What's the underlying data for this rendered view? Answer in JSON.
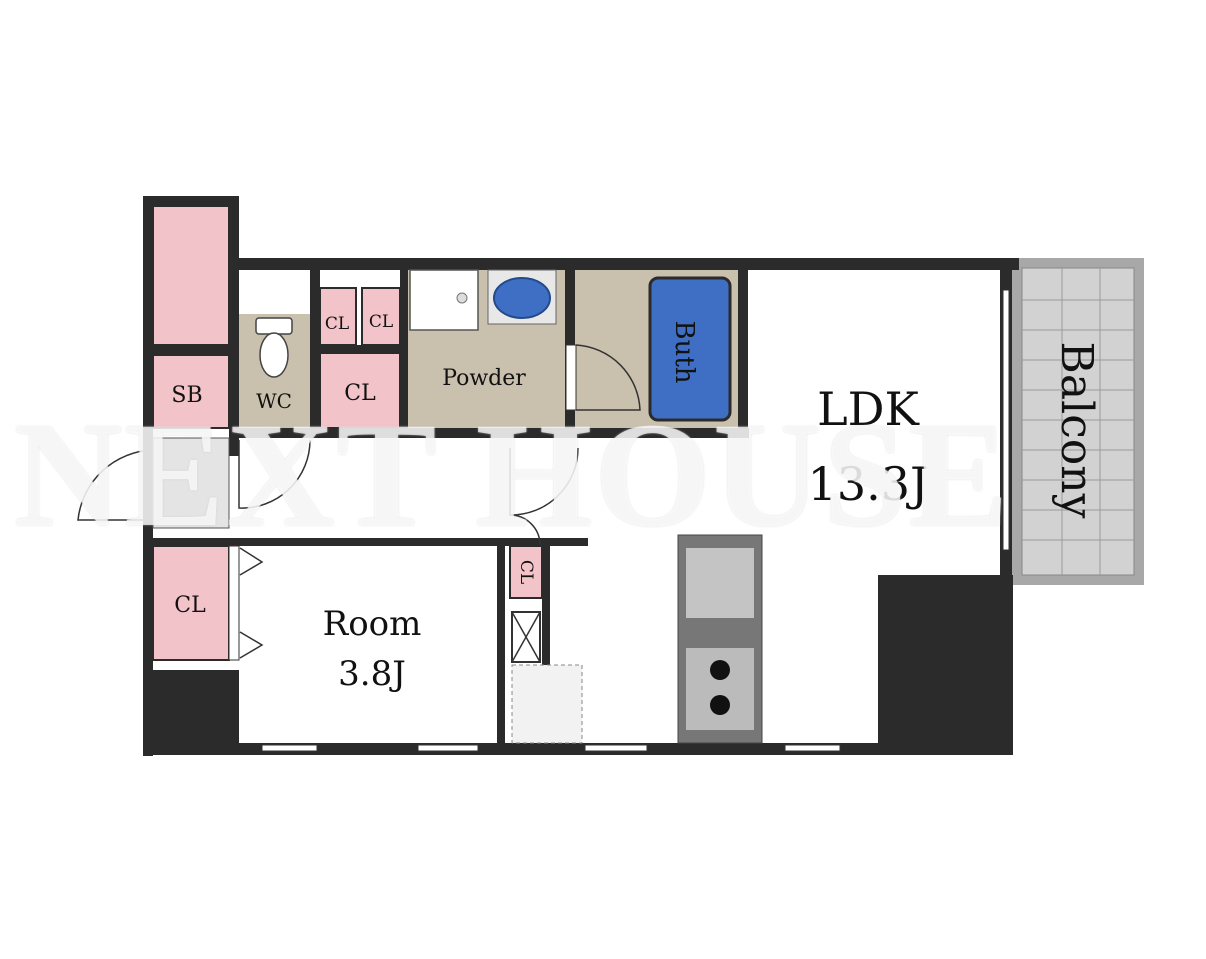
{
  "rooms": {
    "sb": "SB",
    "wc": "WC",
    "cl_small_left": "CL",
    "cl_small_right": "CL",
    "cl_middle": "CL",
    "powder": "Powder",
    "bath": "Buth",
    "ldk_name": "LDK",
    "ldk_size": "13.3J",
    "balcony": "Balcony",
    "cl_room": "CL",
    "room_name": "Room",
    "room_size": "3.8J",
    "cl_narrow": "CL"
  },
  "watermark": "NEXT HOUSE",
  "colors": {
    "wall": "#2b2b2b",
    "closet": "#f2c3c8",
    "wet_area": "#c9c0ad",
    "bath_tub": "#3f6fc4",
    "balcony": "#a8a8a8",
    "floor": "#ffffff"
  }
}
